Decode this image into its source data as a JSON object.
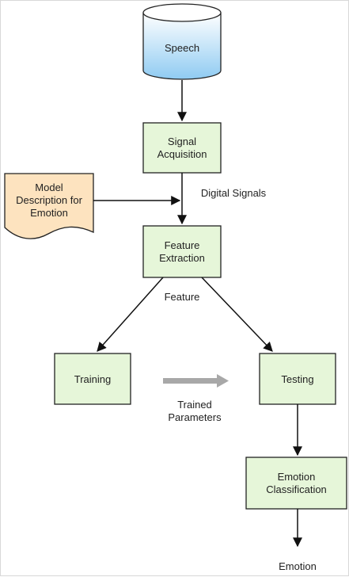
{
  "diagram": {
    "nodes": {
      "speech": {
        "lines": [
          "Speech"
        ]
      },
      "signal_acquisition": {
        "lines": [
          "Signal",
          "Acquisition"
        ]
      },
      "model_description": {
        "lines": [
          "Model",
          "Description for",
          "Emotion"
        ]
      },
      "feature_extraction": {
        "lines": [
          "Feature",
          "Extraction"
        ]
      },
      "training": {
        "lines": [
          "Training"
        ]
      },
      "testing": {
        "lines": [
          "Testing"
        ]
      },
      "emotion_classification": {
        "lines": [
          "Emotion",
          "Classification"
        ]
      }
    },
    "labels": {
      "digital_signals": {
        "lines": [
          "Digital Signals"
        ]
      },
      "feature": {
        "lines": [
          "Feature"
        ]
      },
      "trained_parameters": {
        "lines": [
          "Trained",
          "Parameters"
        ]
      },
      "emotion": {
        "lines": [
          "Emotion"
        ]
      }
    },
    "colors": {
      "process_fill": "#e6f6d9",
      "process_stroke": "#222222",
      "document_fill": "#fde3bf",
      "cylinder_top": "#ffffff",
      "cylinder_bottom": "#8fcbf2",
      "arrow": "#111111",
      "gray_arrow": "#a8a8a8"
    }
  }
}
